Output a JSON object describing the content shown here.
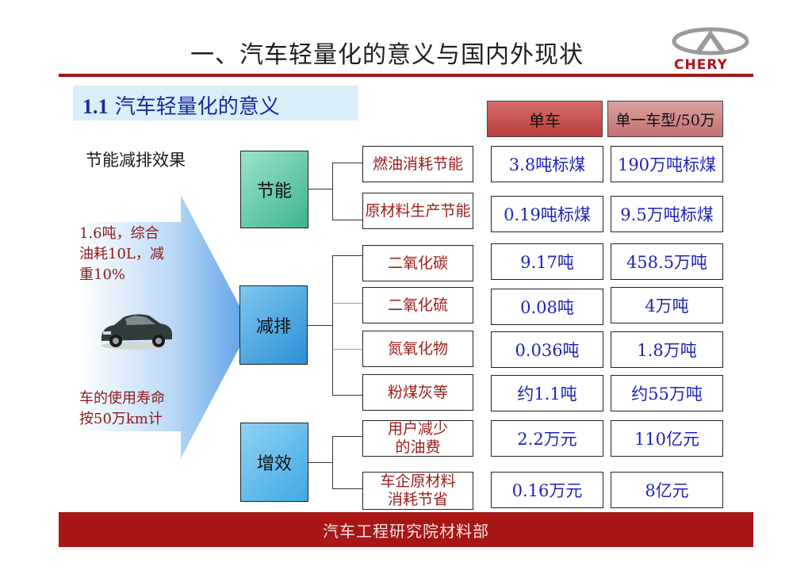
{
  "title": "一、汽车轻量化的意义与国内外现状",
  "logo": {
    "text": "CHERY",
    "icon": "chery-logo-icon"
  },
  "section": {
    "number": "1.1",
    "title": "汽车轻量化的意义"
  },
  "columns": {
    "col1": "单车",
    "col2": "单一车型/50万"
  },
  "left": {
    "label": "节能减排效果",
    "note1": [
      "1.6吨，综合",
      "油耗10L，减",
      "重10%"
    ],
    "note2": [
      "车的使用寿命",
      "按50万km计"
    ]
  },
  "categories": [
    {
      "label": "节能"
    },
    {
      "label": "减排"
    },
    {
      "label": "增效"
    }
  ],
  "rows": [
    {
      "item": "燃油消耗节能",
      "single": "3.8吨标煤",
      "model": "190万吨标煤"
    },
    {
      "item": "原材料生产节能",
      "single": "0.19吨标煤",
      "model": "9.5万吨标煤"
    },
    {
      "item": "二氧化碳",
      "single": "9.17吨",
      "model": "458.5万吨"
    },
    {
      "item": "二氧化硫",
      "single": "0.08吨",
      "model": "4万吨"
    },
    {
      "item": "氮氧化物",
      "single": "0.036吨",
      "model": "1.8万吨"
    },
    {
      "item": "粉煤灰等",
      "single": "约1.1吨",
      "model": "约55万吨"
    },
    {
      "item": "用户减少的油费",
      "item_lines": [
        "用户减少",
        "的油费"
      ],
      "single": "2.2万元",
      "model": "110亿元"
    },
    {
      "item": "车企原材料消耗节省",
      "item_lines": [
        "车企原材料",
        "消耗节省"
      ],
      "single": "0.16万元",
      "model": "8亿元"
    }
  ],
  "footer": "汽车工程研究院材料部",
  "colors": {
    "accent_red": "#a81616",
    "value_blue": "#1f23b8",
    "item_red": "#9b1b1b",
    "section_blue": "#1b2a9c"
  }
}
